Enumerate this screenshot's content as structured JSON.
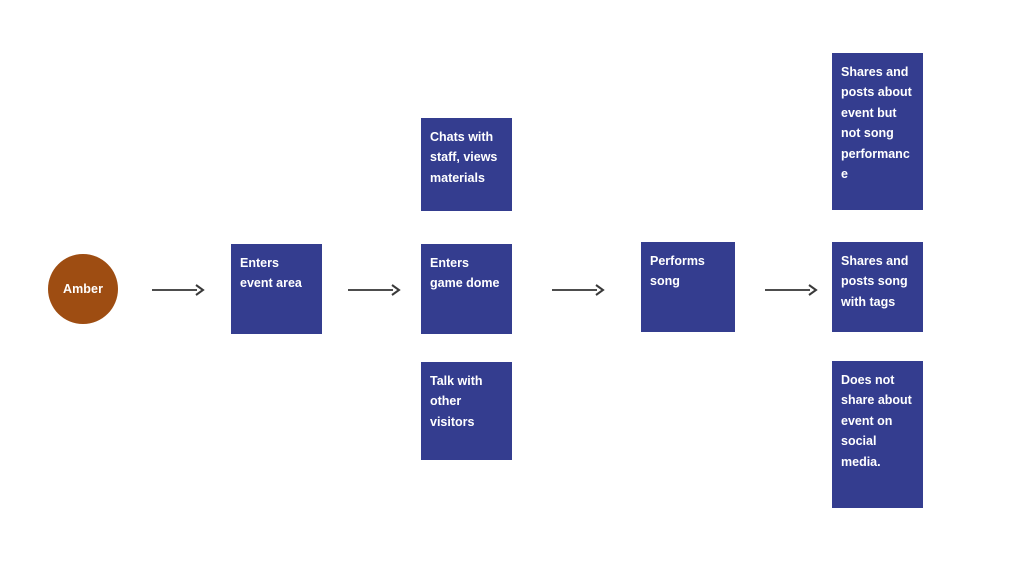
{
  "diagram": {
    "type": "customer-journey-flowchart",
    "background_color": "#ffffff",
    "persona_color": "#9E4D12",
    "node_color": "#343D8F",
    "node_text_color": "#ffffff",
    "arrow_color": "#4d4d4d",
    "persona": {
      "label": "Amber",
      "shape": "circle"
    },
    "stages": [
      {
        "id": "enters-event-area",
        "label": "Enters event area",
        "column": 1,
        "row": "main"
      },
      {
        "id": "enters-game-dome",
        "label": "Enters game dome",
        "column": 2,
        "row": "main"
      },
      {
        "id": "performs-song",
        "label": "Performs song",
        "column": 3,
        "row": "main"
      },
      {
        "id": "shares-and-posts-song-with-tags",
        "label": "Shares and posts song with tags",
        "column": 4,
        "row": "main"
      }
    ],
    "branches_above": [
      {
        "id": "chats-with-staff-views-materials",
        "label": "Chats with staff, views materials",
        "column": 2
      },
      {
        "id": "shares-and-posts-about-event-but-not-song-performance",
        "label": "Shares and posts about event but not song performance",
        "column": 4
      }
    ],
    "branches_below": [
      {
        "id": "talk-with-other-visitors",
        "label": "Talk with other visitors",
        "column": 2
      },
      {
        "id": "does-not-share-about-event-on-social-media",
        "label": "Does not share about event on social media.",
        "column": 4
      }
    ],
    "arrows": [
      {
        "id": "arrow-persona-to-stage-1",
        "from": "Amber",
        "to": "Enters event area"
      },
      {
        "id": "arrow-stage-1-to-stage-2",
        "from": "Enters event area",
        "to": "Enters game dome"
      },
      {
        "id": "arrow-stage-2-to-stage-3",
        "from": "Enters game dome",
        "to": "Performs song"
      },
      {
        "id": "arrow-stage-3-to-stage-4",
        "from": "Performs song",
        "to": "Shares and posts song with tags"
      }
    ]
  }
}
